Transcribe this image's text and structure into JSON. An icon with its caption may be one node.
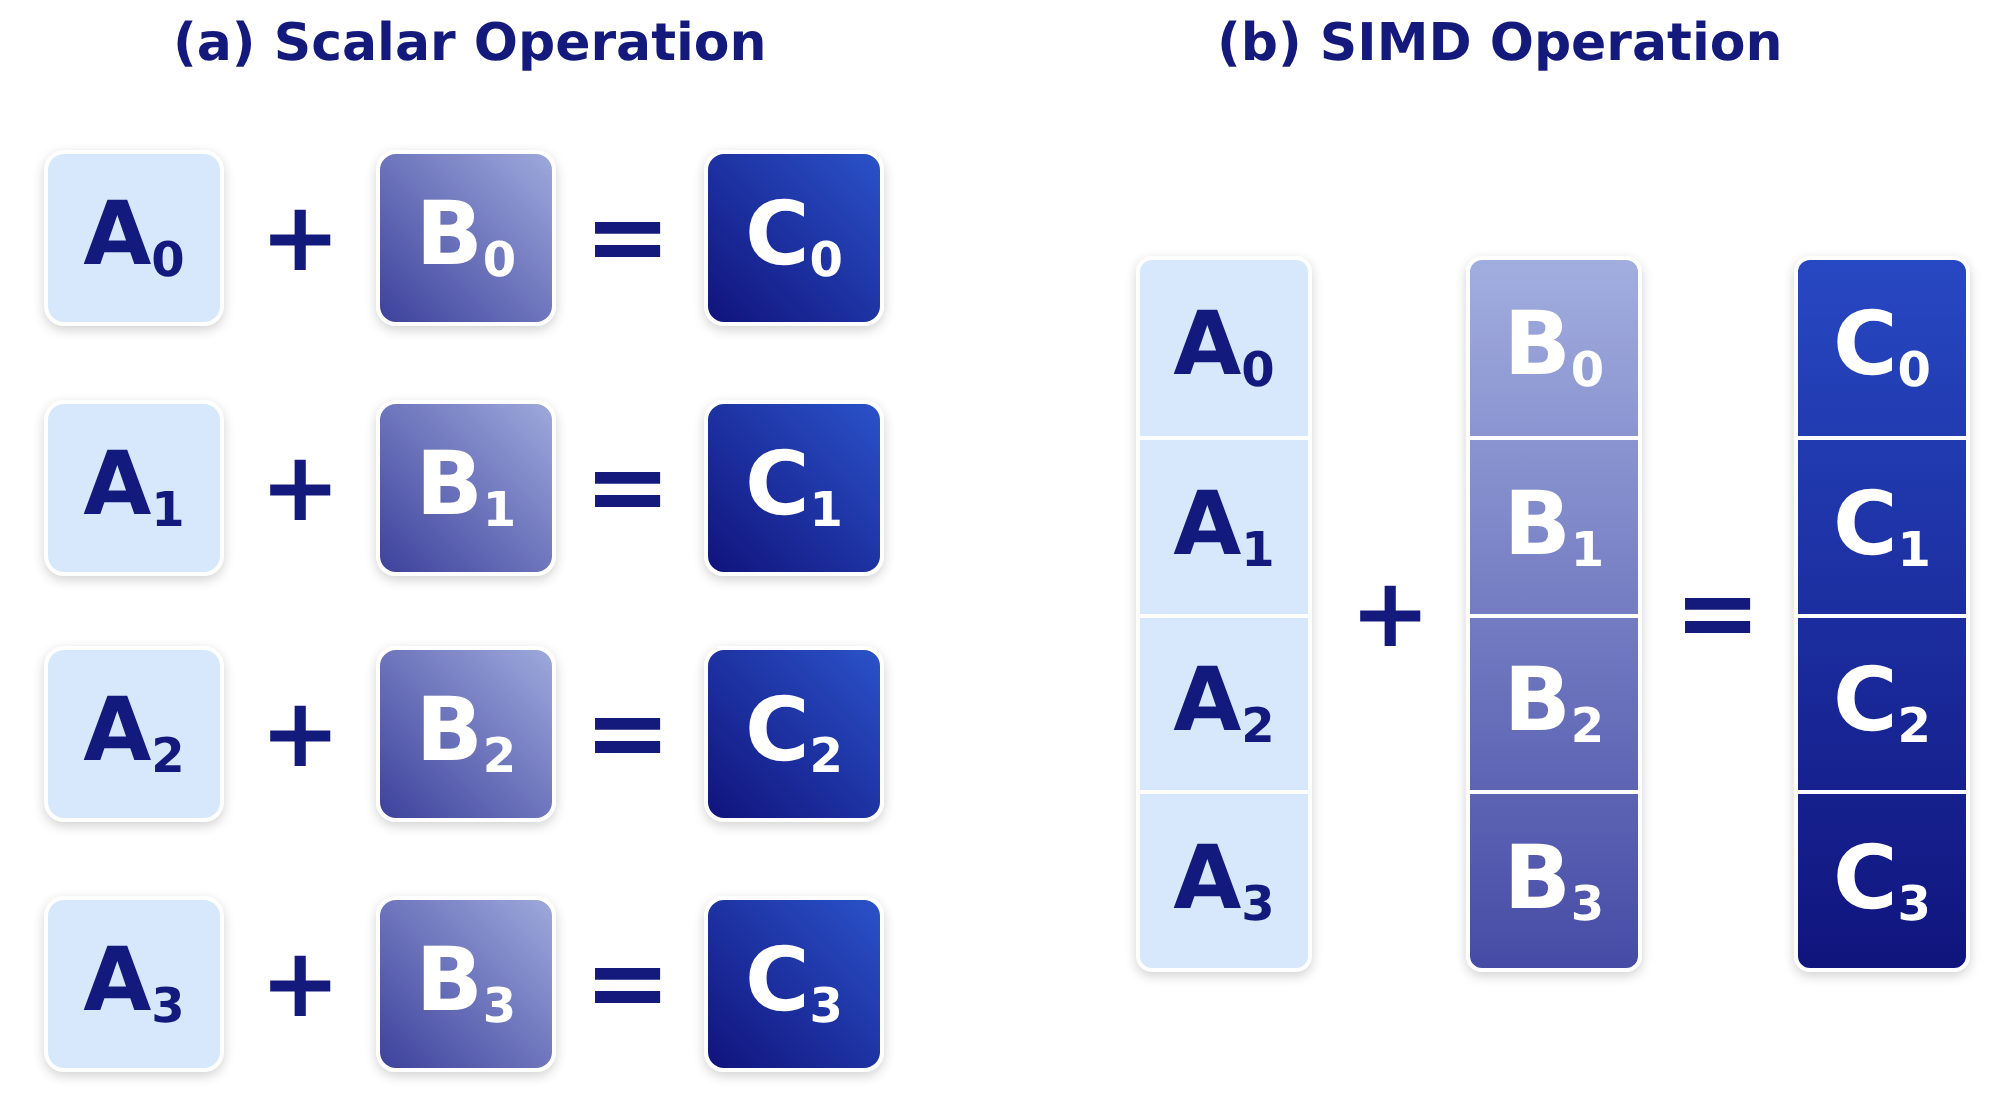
{
  "diagram": {
    "nodes": [
      {
        "text": [
          "A$_{0}$"
        ]
      },
      {
        "text": [
          "B$_{0}$"
        ]
      },
      {
        "text": [
          "C$_{0}$"
        ]
      },
      {
        "text": [
          "A$_{1}$"
        ]
      },
      {
        "text": [
          "B$_{1}$"
        ]
      },
      {
        "text": [
          "C$_{1}$"
        ]
      },
      {
        "text": [
          "A$_{2}$"
        ]
      },
      {
        "text": [
          "B$_{2}$"
        ]
      },
      {
        "text": [
          "C$_{2}$"
        ]
      },
      {
        "text": [
          "A$_{3}$"
        ]
      },
      {
        "text": [
          "B$_{3}$"
        ]
      },
      {
        "text": [
          "C$_{3}$"
        ]
      },
      {
        "text": [],
        "shape": "bar"
      },
      {
        "text": [
          "A$_{0}$"
        ],
        "in": 12
      },
      {
        "text": [
          "A$_{1}$"
        ],
        "in": 12
      },
      {
        "text": [
          "A$_{2}$"
        ],
        "in": 12
      },
      {
        "text": [
          "A$_{3}$"
        ],
        "in": 12
      },
      {
        "text": [],
        "shape": "bar"
      },
      {
        "text": [
          "B$_{0}$"
        ],
        "in": 17
      },
      {
        "text": [
          "B$_{1}$"
        ],
        "in": 17
      },
      {
        "text": [
          "B$_{2}$"
        ],
        "in": 17
      },
      {
        "text": [
          "B$_{3}$"
        ],
        "in": 17
      },
      {
        "text": [],
        "shape": "bar"
      },
      {
        "text": [
          "C$_{0}$"
        ],
        "in": 22
      },
      {
        "text": [
          "C$_{1}$"
        ],
        "in": 22
      },
      {
        "text": [
          "C$_{2}$"
        ],
        "in": 22
      },
      {
        "text": [
          "C$_{3}$"
        ],
        "in": 22
      }
    ],
    "labels": [
      "(a) Scalar Operation",
      "(b) SIMD Operation",
      "+",
      "=",
      "+",
      "=",
      "+",
      "=",
      "+",
      "=",
      "+",
      "="
    ]
  }
}
